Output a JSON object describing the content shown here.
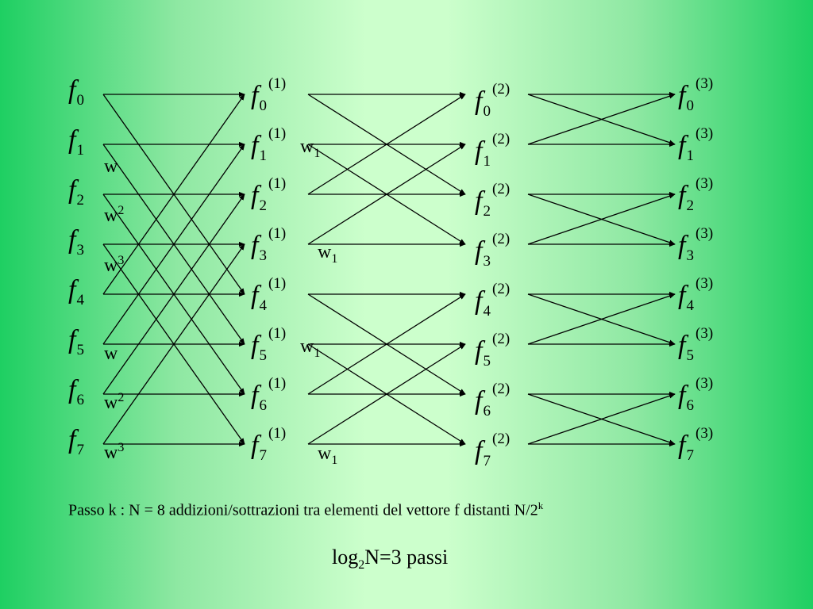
{
  "columns": [
    {
      "sup": "",
      "nodes": [
        "0",
        "1",
        "2",
        "3",
        "4",
        "5",
        "6",
        "7"
      ]
    },
    {
      "sup": "(1)",
      "nodes": [
        "0",
        "1",
        "2",
        "3",
        "4",
        "5",
        "6",
        "7"
      ]
    },
    {
      "sup": "(2)",
      "nodes": [
        "0",
        "1",
        "2",
        "3",
        "4",
        "5",
        "6",
        "7"
      ]
    },
    {
      "sup": "(3)",
      "nodes": [
        "0",
        "1",
        "2",
        "3",
        "4",
        "5",
        "6",
        "7"
      ]
    }
  ],
  "node_letter": "f",
  "stage1_weights": [
    {
      "base": "w",
      "exp": ""
    },
    {
      "base": "w",
      "exp": "2"
    },
    {
      "base": "w",
      "exp": "3"
    },
    {
      "base": "w",
      "exp": ""
    },
    {
      "base": "w",
      "exp": "2"
    },
    {
      "base": "w",
      "exp": "3"
    }
  ],
  "stage2_weights": [
    {
      "base": "w",
      "sub": "1"
    },
    {
      "base": "w",
      "sub": "1"
    },
    {
      "base": "w",
      "sub": "1"
    },
    {
      "base": "w",
      "sub": "1"
    }
  ],
  "stage1_connections": [
    [
      0,
      0
    ],
    [
      0,
      4
    ],
    [
      1,
      1
    ],
    [
      1,
      5
    ],
    [
      2,
      2
    ],
    [
      2,
      6
    ],
    [
      3,
      3
    ],
    [
      3,
      7
    ],
    [
      4,
      0
    ],
    [
      4,
      4
    ],
    [
      5,
      1
    ],
    [
      5,
      5
    ],
    [
      6,
      2
    ],
    [
      6,
      6
    ],
    [
      7,
      3
    ],
    [
      7,
      7
    ]
  ],
  "stage2_connections": [
    [
      0,
      0
    ],
    [
      0,
      2
    ],
    [
      1,
      1
    ],
    [
      1,
      3
    ],
    [
      2,
      0
    ],
    [
      2,
      2
    ],
    [
      3,
      1
    ],
    [
      3,
      3
    ],
    [
      4,
      4
    ],
    [
      4,
      6
    ],
    [
      5,
      5
    ],
    [
      5,
      7
    ],
    [
      6,
      4
    ],
    [
      6,
      6
    ],
    [
      7,
      5
    ],
    [
      7,
      7
    ]
  ],
  "stage3_connections": [
    [
      0,
      0
    ],
    [
      0,
      1
    ],
    [
      1,
      0
    ],
    [
      1,
      1
    ],
    [
      2,
      2
    ],
    [
      2,
      3
    ],
    [
      3,
      2
    ],
    [
      3,
      3
    ],
    [
      4,
      4
    ],
    [
      4,
      5
    ],
    [
      5,
      4
    ],
    [
      5,
      5
    ],
    [
      6,
      6
    ],
    [
      6,
      7
    ],
    [
      7,
      6
    ],
    [
      7,
      7
    ]
  ],
  "caption": {
    "text": "Passo k :  N = 8 addizioni/sottrazioni tra elementi del vettore f distanti N/2",
    "sup": "k"
  },
  "passi": {
    "pre": "log",
    "sub": "2",
    "post": "N=3 passi"
  }
}
